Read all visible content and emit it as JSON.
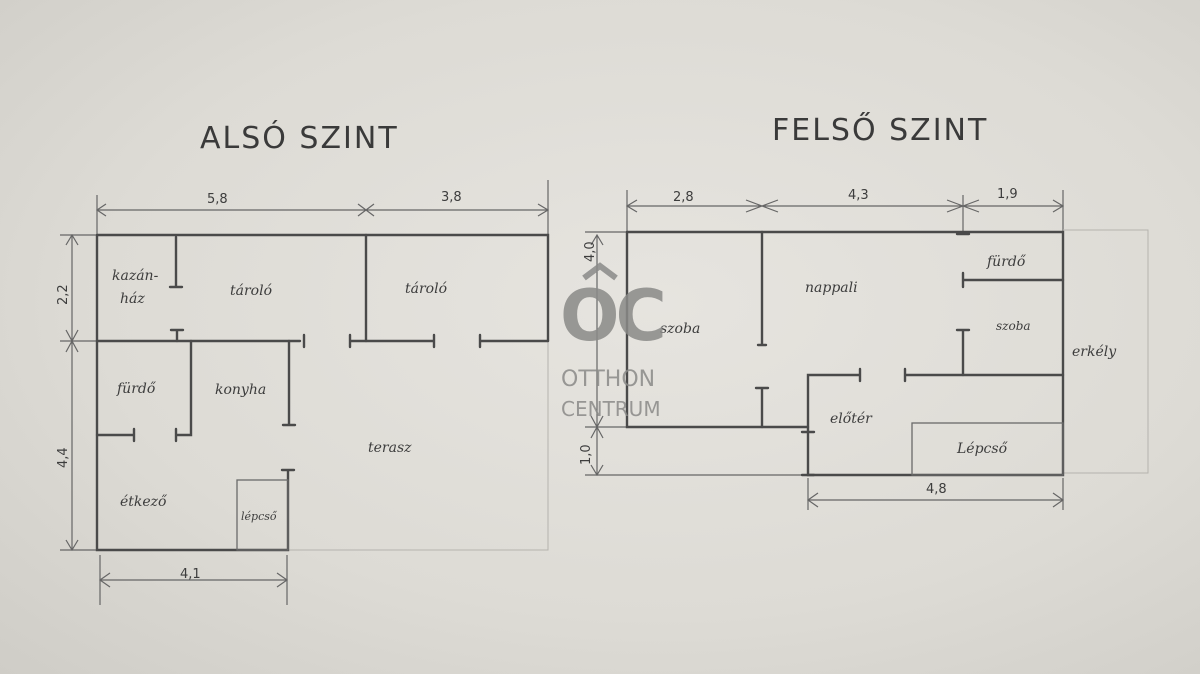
{
  "lower_level": {
    "title": "ALSÓ SZINT",
    "rooms": {
      "boiler": "kazán-",
      "boiler2": "ház",
      "storage1": "tároló",
      "storage2": "tároló",
      "bath": "fürdő",
      "kitchen": "konyha",
      "dining": "étkező",
      "stairs": "lépcső",
      "terrace": "terasz"
    },
    "dims": {
      "top_left": "5,8",
      "top_right": "3,8",
      "left_top": "2,2",
      "left_bottom": "4,4",
      "bottom": "4,1"
    }
  },
  "upper_level": {
    "title": "FELSŐ SZINT",
    "rooms": {
      "room1": "szoba",
      "living": "nappali",
      "bath": "fürdő",
      "room2": "szoba",
      "hall": "előtér",
      "stairs": "Lépcső",
      "balcony": "erkély"
    },
    "dims": {
      "top1": "2,8",
      "top2": "4,3",
      "top3": "1,9",
      "left_top": "4,0",
      "left_bottom": "1,0",
      "bottom": "4,8"
    }
  },
  "watermark": {
    "logo": "OC",
    "line1": "OTTHON",
    "line2": "CENTRUM"
  }
}
